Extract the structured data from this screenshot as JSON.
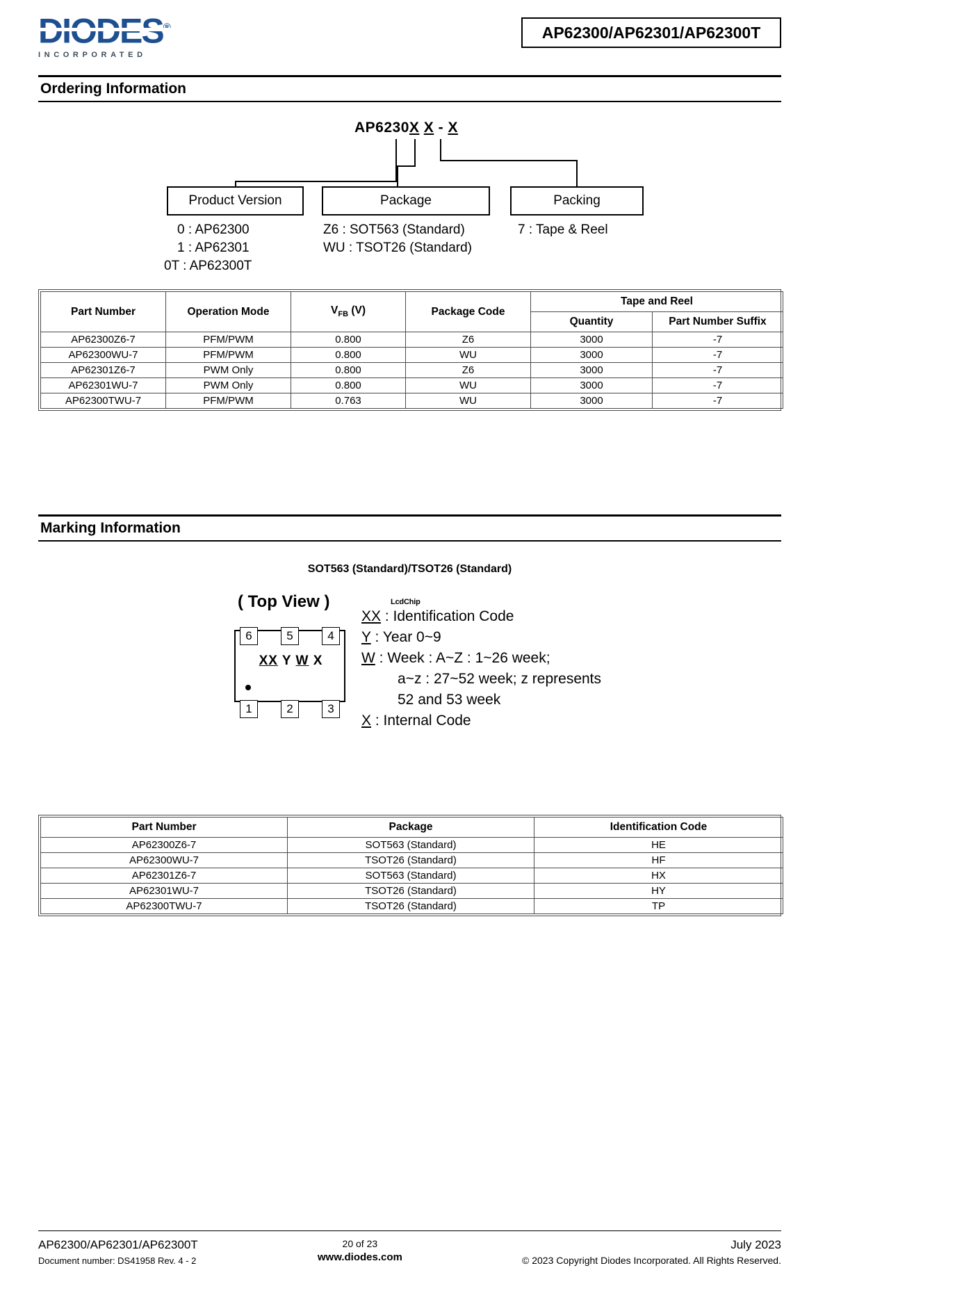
{
  "header": {
    "logo_text": "DIODES",
    "logo_registered": "®",
    "logo_subtitle": "INCORPORATED",
    "title": "AP62300/AP62301/AP62300T"
  },
  "sections": {
    "ordering": {
      "title": "Ordering Information"
    },
    "marking": {
      "title": "Marking Information"
    }
  },
  "ordering_diagram": {
    "part_code_prefix": "AP6230",
    "part_code_x1": "X",
    "part_code_x2": "X",
    "part_code_dash": " - ",
    "part_code_x3": "X",
    "boxes": [
      {
        "label": "Product Version"
      },
      {
        "label": "Package"
      },
      {
        "label": "Packing"
      }
    ],
    "product_version_options": [
      "0 : AP62300",
      "1 : AP62301",
      "0T : AP62300T"
    ],
    "package_options": [
      "Z6 : SOT563 (Standard)",
      "WU : TSOT26 (Standard)"
    ],
    "packing_options": [
      "7 : Tape & Reel"
    ]
  },
  "ordering_table": {
    "headers": {
      "part_number": "Part Number",
      "operation_mode": "Operation Mode",
      "vfb": "V",
      "vfb_sub": "FB",
      "vfb_unit": " (V)",
      "package_code": "Package Code",
      "tape_and_reel": "Tape and Reel",
      "quantity": "Quantity",
      "part_number_suffix": "Part Number Suffix"
    },
    "rows": [
      {
        "part_number": "AP62300Z6-7",
        "operation_mode": "PFM/PWM",
        "vfb": "0.800",
        "package_code": "Z6",
        "quantity": "3000",
        "suffix": "-7"
      },
      {
        "part_number": "AP62300WU-7",
        "operation_mode": "PFM/PWM",
        "vfb": "0.800",
        "package_code": "WU",
        "quantity": "3000",
        "suffix": "-7"
      },
      {
        "part_number": "AP62301Z6-7",
        "operation_mode": "PWM Only",
        "vfb": "0.800",
        "package_code": "Z6",
        "quantity": "3000",
        "suffix": "-7"
      },
      {
        "part_number": "AP62301WU-7",
        "operation_mode": "PWM Only",
        "vfb": "0.800",
        "package_code": "WU",
        "quantity": "3000",
        "suffix": "-7"
      },
      {
        "part_number": "AP62300TWU-7",
        "operation_mode": "PFM/PWM",
        "vfb": "0.763",
        "package_code": "WU",
        "quantity": "3000",
        "suffix": "-7"
      }
    ]
  },
  "marking_diagram": {
    "package_title": "SOT563 (Standard)/TSOT26 (Standard)",
    "top_view_label": "( Top View )",
    "pins_top": [
      "6",
      "5",
      "4"
    ],
    "pins_bottom": [
      "1",
      "2",
      "3"
    ],
    "chip_marking": {
      "xx": "XX",
      "y": "Y",
      "w": "W",
      "x": "X"
    },
    "lcdchip_note": "LcdChip",
    "legend": [
      {
        "code": "XX",
        "text": " : Identification Code"
      },
      {
        "code": "Y",
        "text": " : Year 0~9"
      },
      {
        "code": "W",
        "text": " : Week : A~Z : 1~26 week;"
      },
      {
        "code": "",
        "text": "a~z : 27~52 week; z represents"
      },
      {
        "code": "",
        "text": "52 and 53 week"
      },
      {
        "code": "X",
        "text": " : Internal Code"
      }
    ]
  },
  "marking_table": {
    "headers": {
      "part_number": "Part Number",
      "package": "Package",
      "identification_code": "Identification Code"
    },
    "rows": [
      {
        "part_number": "AP62300Z6-7",
        "package": "SOT563 (Standard)",
        "identification_code": "HE"
      },
      {
        "part_number": "AP62300WU-7",
        "package": "TSOT26 (Standard)",
        "identification_code": "HF"
      },
      {
        "part_number": "AP62301Z6-7",
        "package": "SOT563 (Standard)",
        "identification_code": "HX"
      },
      {
        "part_number": "AP62301WU-7",
        "package": "TSOT26 (Standard)",
        "identification_code": "HY"
      },
      {
        "part_number": "AP62300TWU-7",
        "package": "TSOT26 (Standard)",
        "identification_code": "TP"
      }
    ]
  },
  "footer": {
    "product_line": "AP62300/AP62301/AP62300T",
    "document_number": "Document number: DS41958 Rev. 4 - 2",
    "page_number": "20 of 23",
    "website": "www.diodes.com",
    "date": "July 2023",
    "copyright": "© 2023 Copyright Diodes Incorporated. All Rights Reserved."
  },
  "colors": {
    "brand_blue": "#1d4f91",
    "brand_gray": "#3b4a5a",
    "rule": "#000000"
  }
}
